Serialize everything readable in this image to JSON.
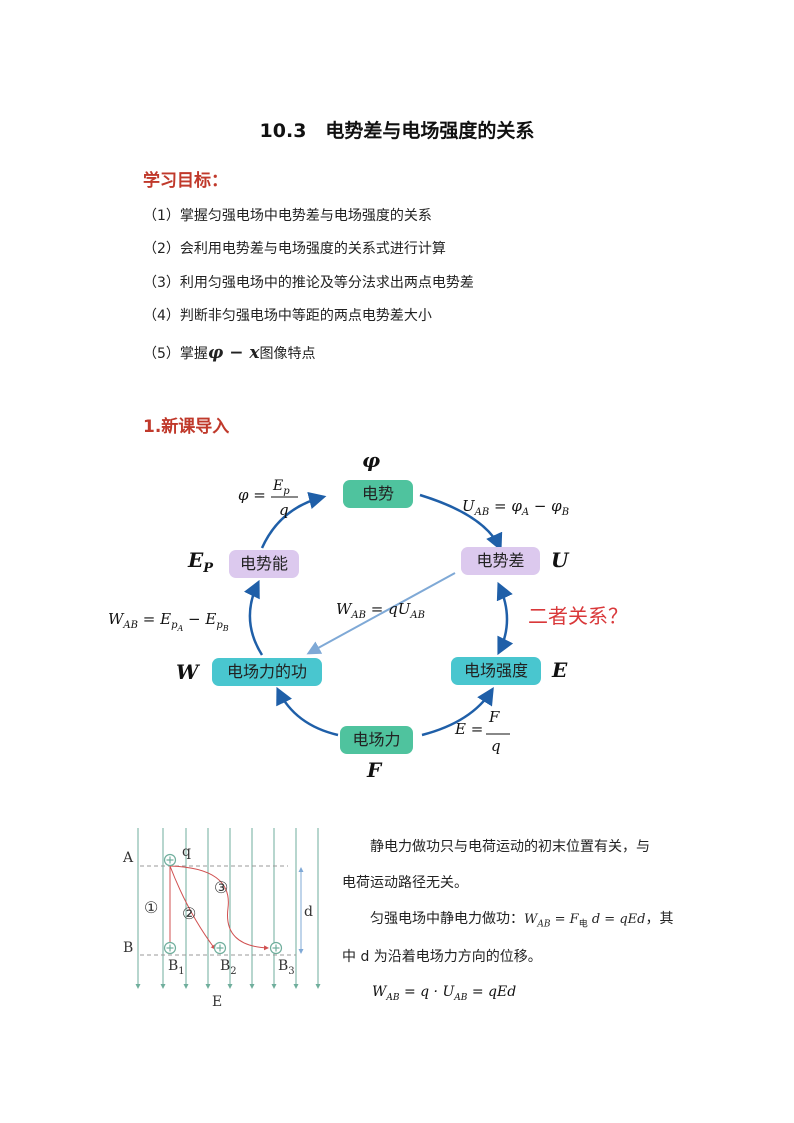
{
  "title": "10.3　电势差与电场强度的关系",
  "objectives": {
    "heading": "学习目标：",
    "items": [
      "（1）掌握匀强电场中电势差与电场强度的关系",
      "（2）会利用电势差与电场强度的关系式进行计算",
      "（3）利用匀强电场中的推论及等分法求出两点电势差",
      "（4）判断非匀强电场中等距的两点电势差大小"
    ],
    "item5_prefix": "（5）掌握",
    "item5_math": "φ − x",
    "item5_suffix": "图像特点"
  },
  "section1": {
    "heading": "1.新课导入"
  },
  "diagram": {
    "nodes": {
      "potential": "电势",
      "potential_energy": "电势能",
      "potential_difference": "电势差",
      "work": "电场力的功",
      "field_strength": "电场强度",
      "force": "电场力"
    },
    "symbols": {
      "phi": "φ",
      "ep": "E",
      "ep_sub": "P",
      "u": "U",
      "w": "W",
      "e": "E",
      "f": "F"
    },
    "relation_question": "二者关系？",
    "colors": {
      "green": "#4fc39e",
      "purple": "#dcc9ee",
      "cyan": "#49c6cf",
      "arrow": "#1f5fa8",
      "light_arrow": "#7fa9d6",
      "question": "#d9383a"
    }
  },
  "field_figure": {
    "label_a": "A",
    "label_b": "B",
    "label_q": "q",
    "label_d": "d",
    "label_e": "E",
    "b1": "B",
    "b1_sub": "1",
    "b2": "B",
    "b2_sub": "2",
    "b3": "B",
    "b3_sub": "3",
    "path1": "①",
    "path2": "②",
    "path3": "③"
  },
  "text": {
    "p1_line1": "静电力做功只与电荷运动的初末位置有关，与",
    "p1_line2": "电荷运动路径无关。",
    "p2_prefix": "匀强电场中静电力做功：",
    "p2_suffix": "，其",
    "p3": "中 d 为沿着电场力方向的位移。"
  }
}
